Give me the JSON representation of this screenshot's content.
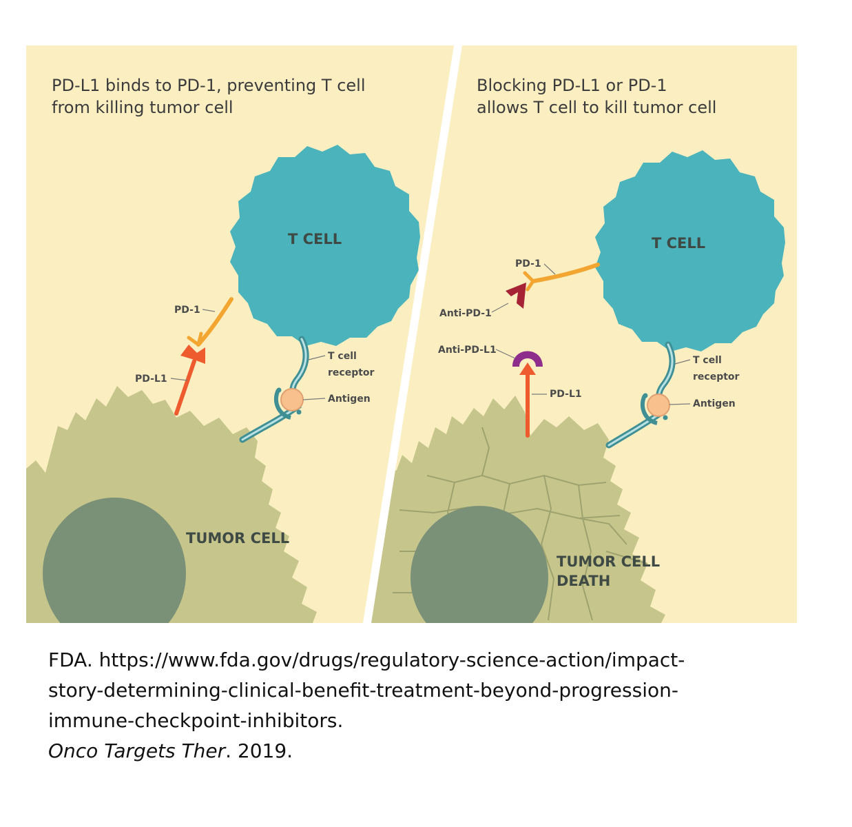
{
  "left_panel": {
    "heading_line1": "PD-L1 binds to PD-1, preventing T cell",
    "heading_line2": "from killing tumor cell",
    "t_cell_label": "T CELL",
    "tumor_label": "TUMOR CELL",
    "pd1_label": "PD-1",
    "pdl1_label": "PD-L1",
    "tcr_label_line1": "T cell",
    "tcr_label_line2": "receptor",
    "antigen_label": "Antigen"
  },
  "right_panel": {
    "heading_line1": "Blocking PD-L1 or PD-1",
    "heading_line2": "allows T cell to kill tumor cell",
    "t_cell_label": "T CELL",
    "tumor_label_line1": "TUMOR CELL",
    "tumor_label_line2": "DEATH",
    "pd1_label": "PD-1",
    "anti_pd1_label": "Anti-PD-1",
    "anti_pdl1_label": "Anti-PD-L1",
    "pdl1_label": "PD-L1",
    "tcr_label_line1": "T cell",
    "tcr_label_line2": "receptor",
    "antigen_label": "Antigen"
  },
  "caption": {
    "line1": "FDA. https://www.fda.gov/drugs/regulatory-science-action/impact-",
    "line2": "story-determining-clinical-benefit-treatment-beyond-progression-",
    "line3": "immune-checkpoint-inhibitors.",
    "journal": "Onco Targets Ther",
    "year_suffix": ". 2019."
  },
  "colors": {
    "background": "#fbefc2",
    "t_cell": "#4ab3bb",
    "tumor_cell": "#c6c68c",
    "nucleus": "#7b9177",
    "pd1": "#f2a531",
    "pdl1": "#ed5b2e",
    "anti_pd1": "#a52335",
    "anti_pdl1": "#8f2d8c",
    "antigen": "#f8c08d"
  }
}
